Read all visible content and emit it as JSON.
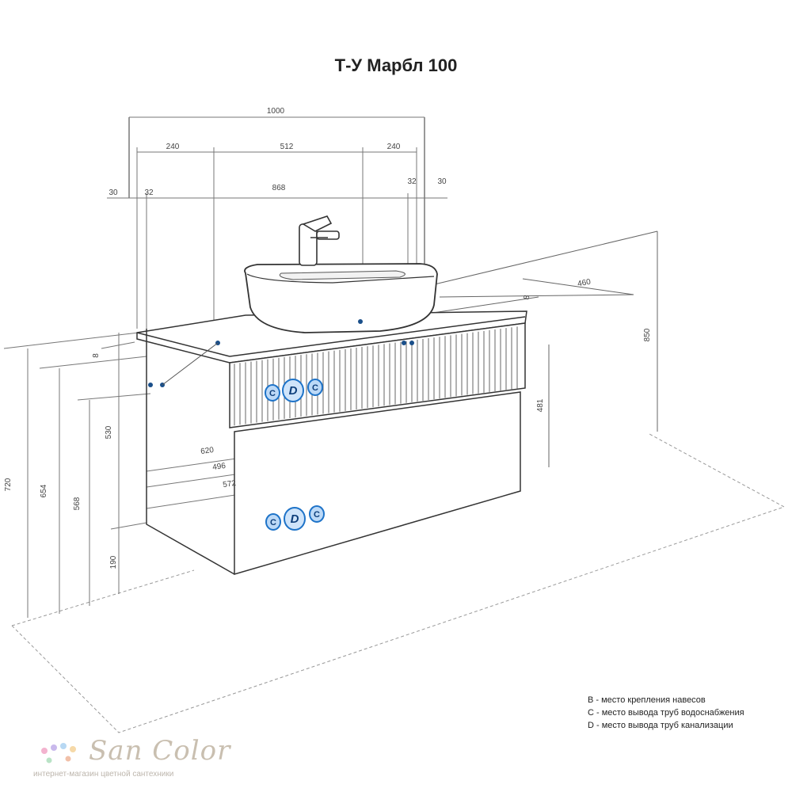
{
  "title": "Т-У Марбл 100",
  "dimensions": {
    "total_width": "1000",
    "left_section": "240",
    "middle_section": "512",
    "right_section": "240",
    "side_offset_left": "30",
    "side_offset_right": "30",
    "inner_offset_left": "32",
    "inner_offset_right": "32",
    "inner_span": "868",
    "depth": "460",
    "depth_mark": "8",
    "depth_mark_left": "8",
    "height_top": "850",
    "drawer_height": "481",
    "height_total": "720",
    "height_654": "654",
    "height_530": "530",
    "height_568": "568",
    "height_190": "190",
    "span_620": "620",
    "span_496": "496",
    "span_572": "572"
  },
  "markers": {
    "c": "C",
    "d": "D"
  },
  "legend": {
    "b": "B - место крепления навесов",
    "c": "C - место вывода труб водоснабжения",
    "d": "D - место вывода труб канализации"
  },
  "logo": {
    "name": "San Color",
    "subtitle": "интернет-магазин цветной сантехники"
  },
  "colors": {
    "marker_blue": "#1e73c8",
    "line": "#333333",
    "dim_line": "#888888"
  }
}
